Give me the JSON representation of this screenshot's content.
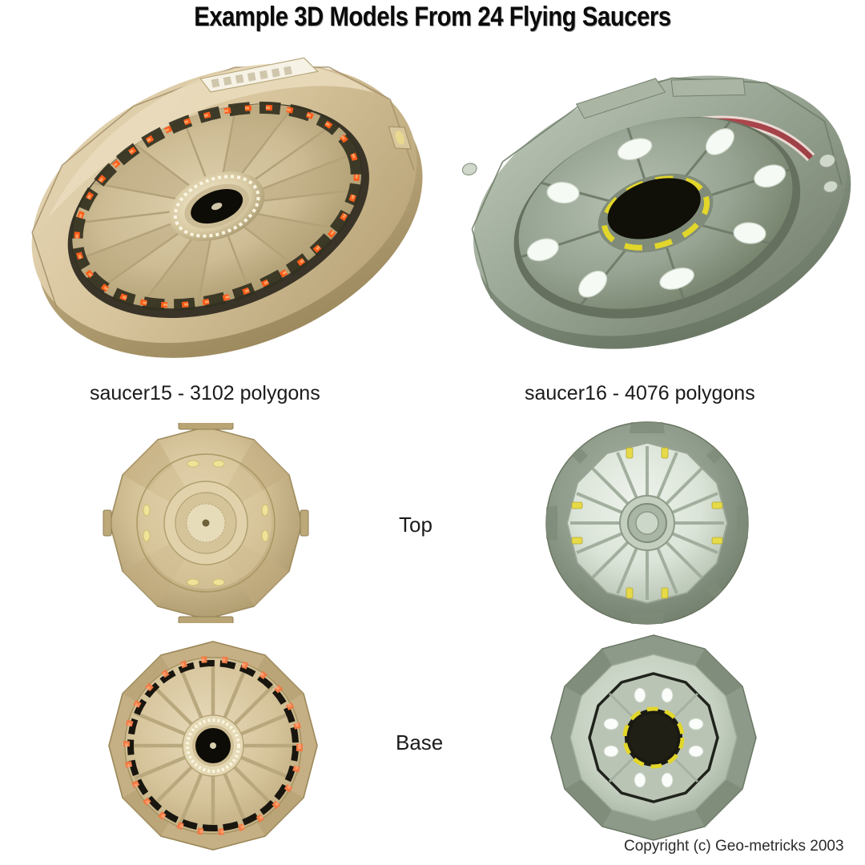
{
  "title": "Example 3D Models From 24 Flying Saucers",
  "captions": {
    "saucer15": "saucer15 - 3102 polygons",
    "saucer16": "saucer16 - 4076 polygons"
  },
  "view_labels": {
    "top": "Top",
    "base": "Base"
  },
  "copyright": "Copyright (c) Geo-metricks 2003",
  "models": [
    {
      "id": "saucer15",
      "name": "saucer15",
      "polygons": 3102,
      "hull_color": "#c6ad80",
      "hull_light": "#e3d3b0",
      "hull_mid": "#cdb88c",
      "hull_dark": "#a08d62",
      "hull_shadow": "#8a7a52",
      "rim_dark": "#2b2b22",
      "light_color": "#ff5c1a",
      "light_glow": "#ffb070",
      "accent_color": "#f0e6c0",
      "hub_color": "#111008",
      "sides": 12,
      "spokes": 16,
      "views": [
        "perspective",
        "top",
        "base"
      ]
    },
    {
      "id": "saucer16",
      "name": "saucer16",
      "polygons": 4076,
      "hull_color": "#96a193",
      "hull_light": "#c3cdbf",
      "hull_mid": "#a8b2a3",
      "hull_dark": "#79856f",
      "hull_shadow": "#5f6b58",
      "inner_dome": "#dde6da",
      "rim_stripe_color": "#c4565b",
      "light_color": "#f4f8f2",
      "accent_color": "#e2d62a",
      "hub_color": "#1b1a12",
      "sides": 12,
      "spokes": 16,
      "views": [
        "perspective",
        "top",
        "base"
      ]
    }
  ],
  "background_color": "#ffffff"
}
